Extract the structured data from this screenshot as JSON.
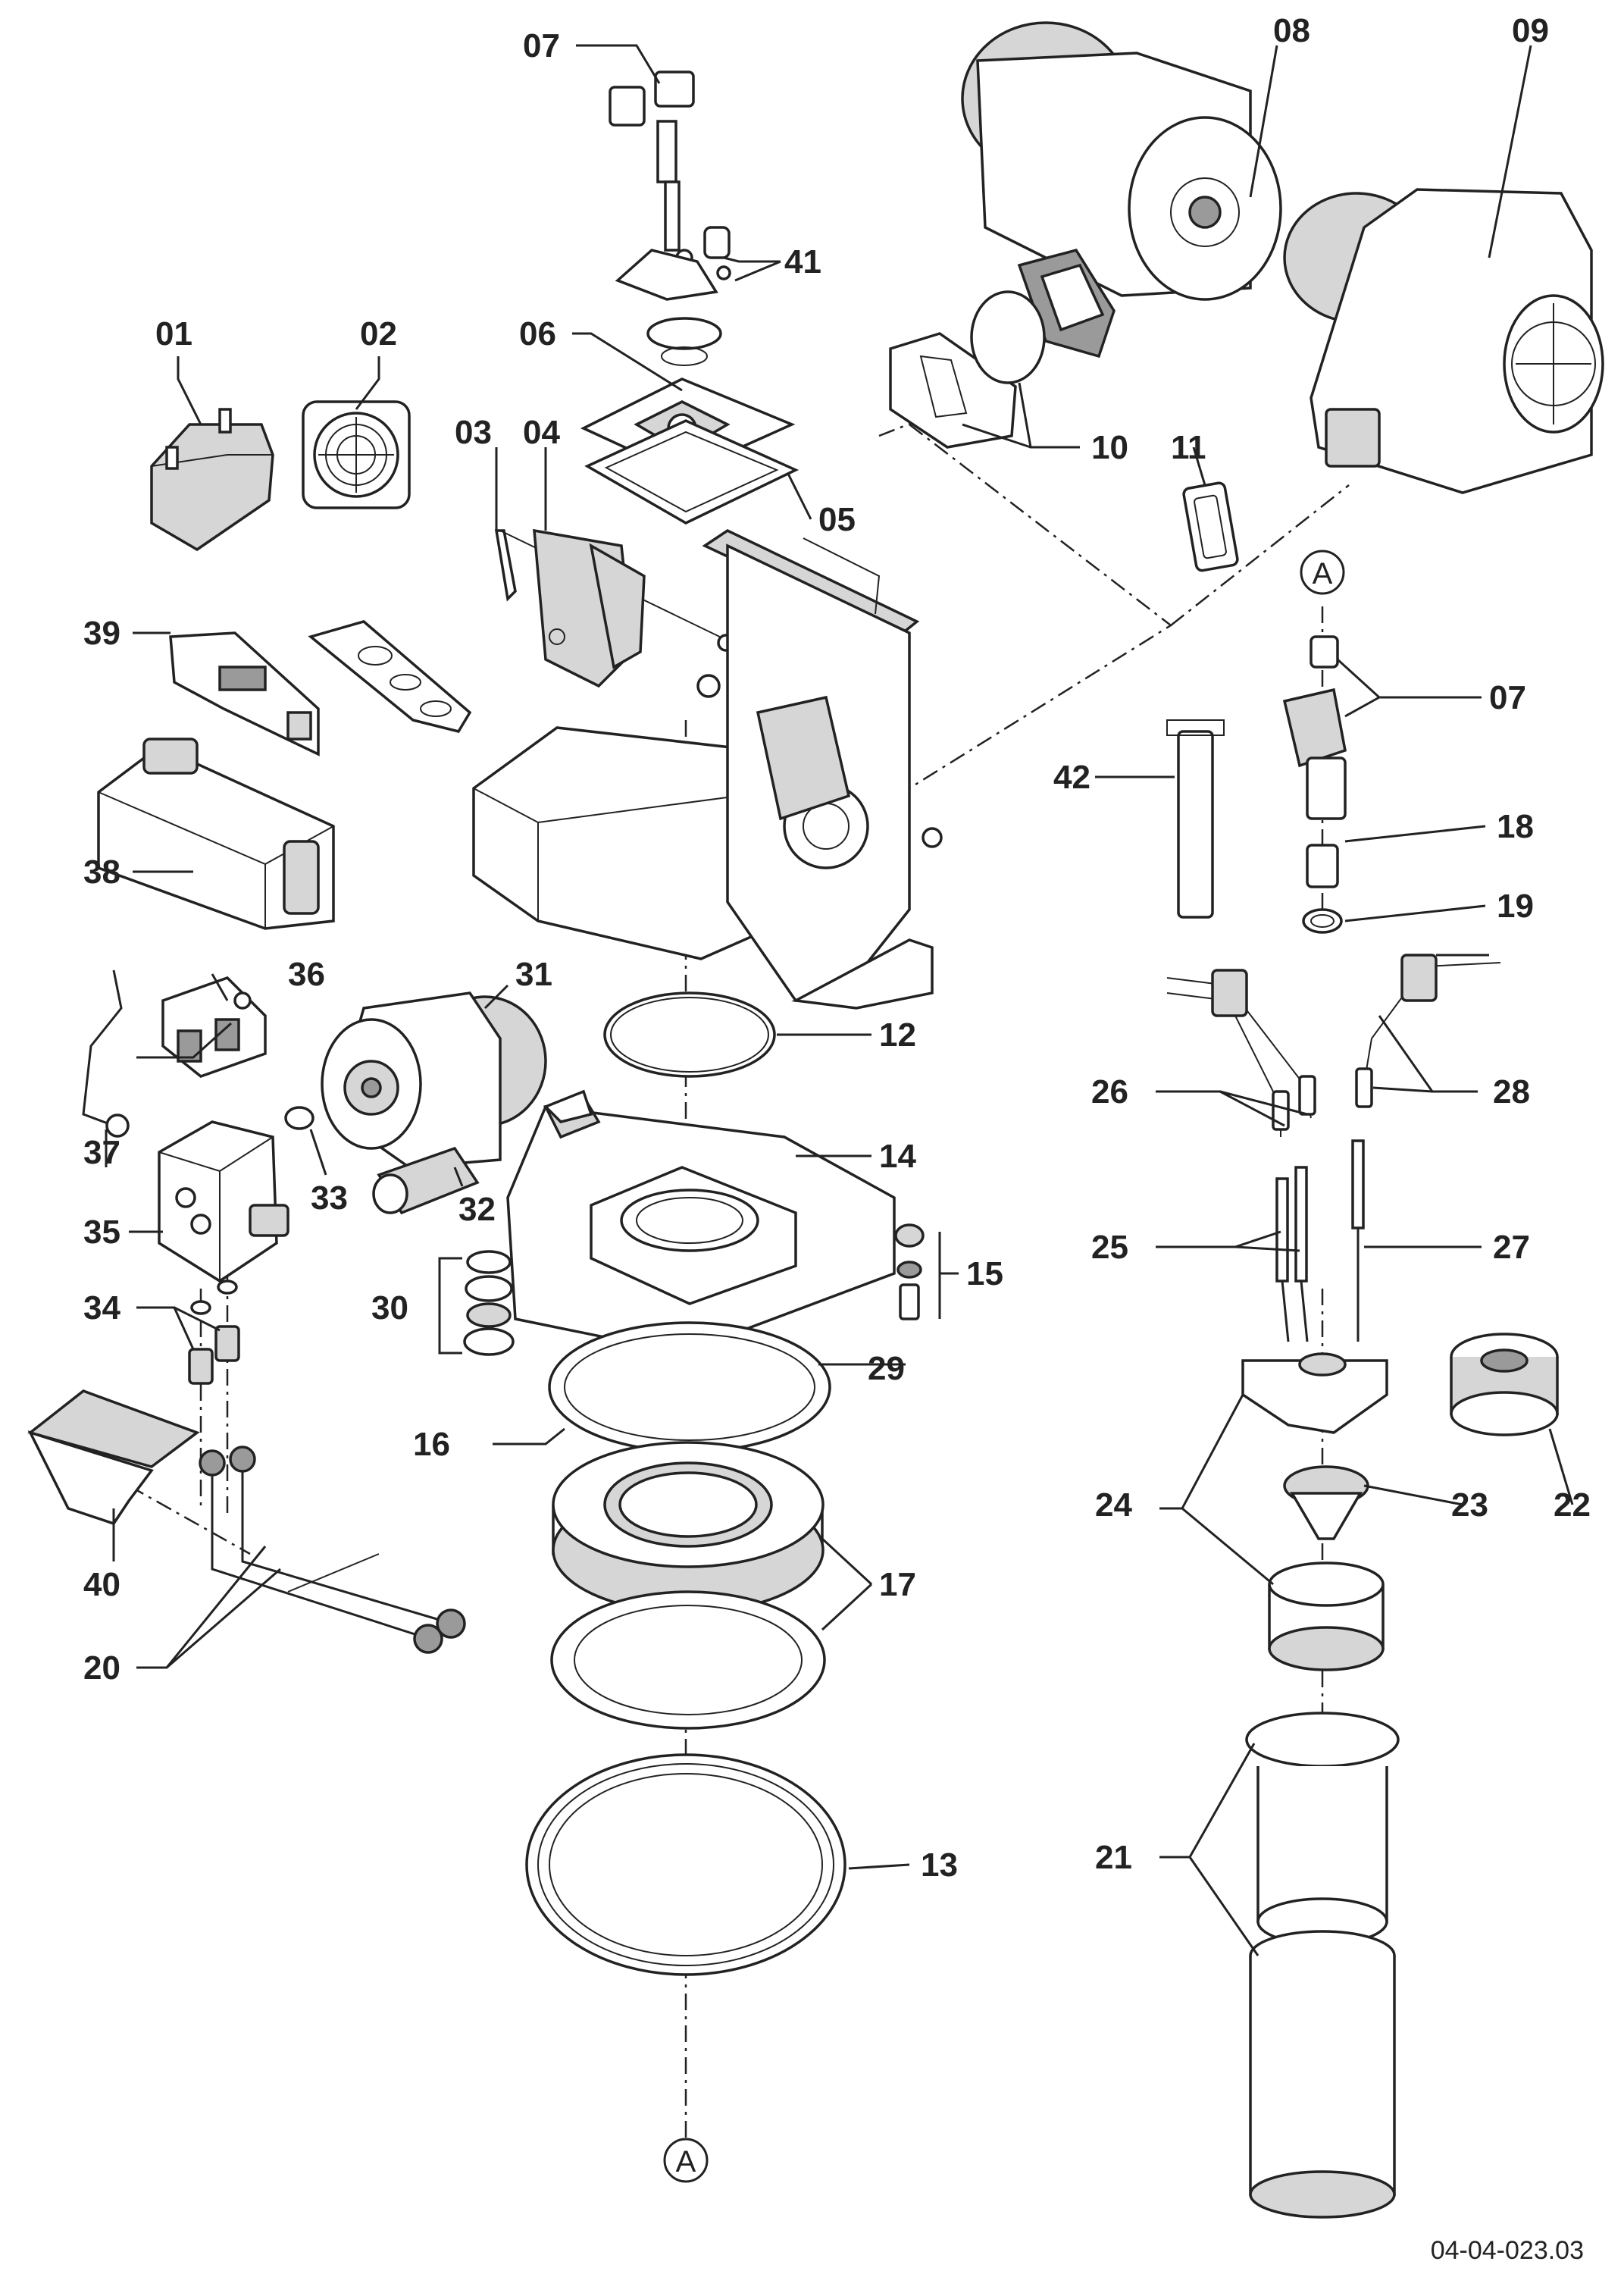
{
  "figure": {
    "reference_code": "04-04-023.03",
    "axis_marker": "A"
  },
  "callouts": {
    "c01": "01",
    "c02": "02",
    "c03": "03",
    "c04": "04",
    "c05": "05",
    "c06": "06",
    "c07_top": "07",
    "c07_right": "07",
    "c08": "08",
    "c09": "09",
    "c10": "10",
    "c11": "11",
    "c12": "12",
    "c13": "13",
    "c14": "14",
    "c15": "15",
    "c16": "16",
    "c17": "17",
    "c18": "18",
    "c19": "19",
    "c20": "20",
    "c21": "21",
    "c22": "22",
    "c23": "23",
    "c24": "24",
    "c25": "25",
    "c26": "26",
    "c27": "27",
    "c28": "28",
    "c29": "29",
    "c30": "30",
    "c31": "31",
    "c32": "32",
    "c33": "33",
    "c34": "34",
    "c35": "35",
    "c36": "36",
    "c37": "37",
    "c38": "38",
    "c39": "39",
    "c40": "40",
    "c41": "41",
    "c42": "42"
  },
  "colors": {
    "ink": "#222222",
    "shade_light": "#d6d6d6",
    "shade_dark": "#9a9a9a",
    "background": "#ffffff"
  }
}
